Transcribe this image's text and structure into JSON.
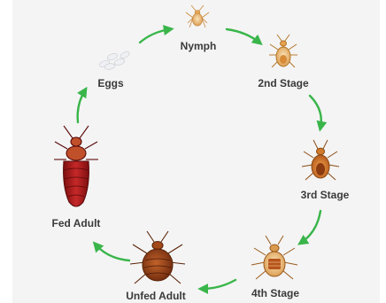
{
  "diagram": {
    "stages": [
      {
        "id": "eggs",
        "label": "Eggs"
      },
      {
        "id": "nymph",
        "label": "Nymph"
      },
      {
        "id": "second",
        "label": "2nd Stage"
      },
      {
        "id": "third",
        "label": "3rd Stage"
      },
      {
        "id": "fourth",
        "label": "4th Stage"
      },
      {
        "id": "unfed",
        "label": "Unfed Adult"
      },
      {
        "id": "fed",
        "label": "Fed Adult"
      }
    ],
    "colors": {
      "arrow": "#39b54a",
      "nymph_body": "#f2c48a",
      "nymph_dark": "#c98a3c",
      "adult_body": "#8a3a14",
      "fed_body": "#a01a1a",
      "egg": "#eef0f3",
      "label": "#3a3a3a",
      "background": "#f4f4f4"
    }
  }
}
